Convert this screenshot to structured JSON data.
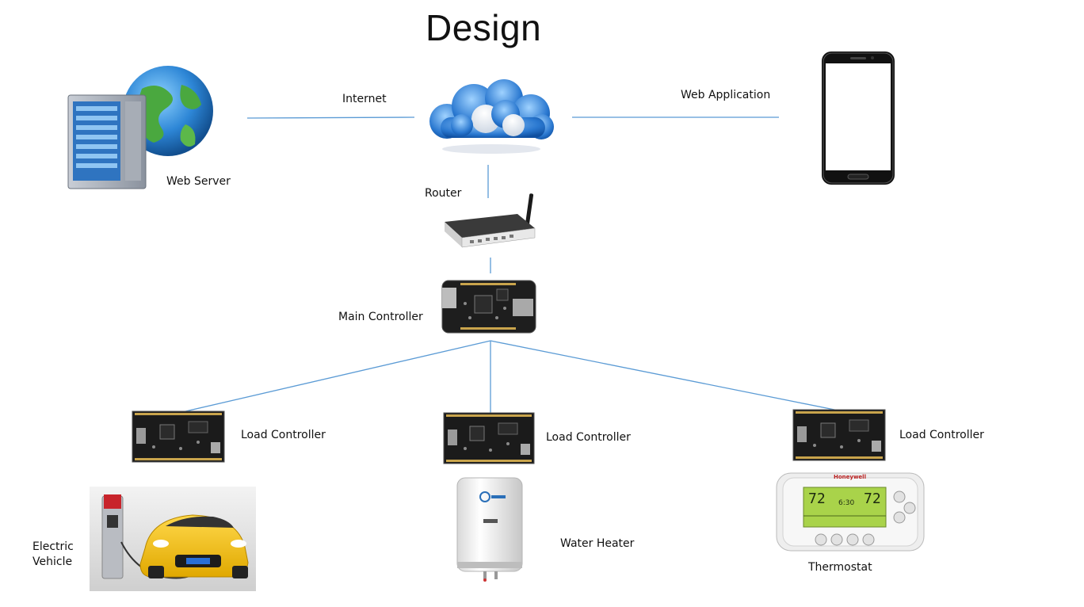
{
  "title": "Design",
  "nodes": {
    "web_server": "Web Server",
    "internet": "Internet",
    "web_application": "Web Application",
    "router": "Router",
    "main_controller": "Main Controller",
    "load_controller_1": "Load Controller",
    "load_controller_2": "Load Controller",
    "load_controller_3": "Load Controller",
    "electric_vehicle_line1": "Electric",
    "electric_vehicle_line2": "Vehicle",
    "water_heater": "Water Heater",
    "thermostat": "Thermostat"
  },
  "thermostat_display": {
    "brand": "Honeywell",
    "temp_left": "72",
    "time": "6:30",
    "temp_right": "72"
  },
  "colors": {
    "connector": "#5b9bd5",
    "cloud": "#2a78d0",
    "car": "#f4c21b",
    "board": "#1b1b1b"
  }
}
